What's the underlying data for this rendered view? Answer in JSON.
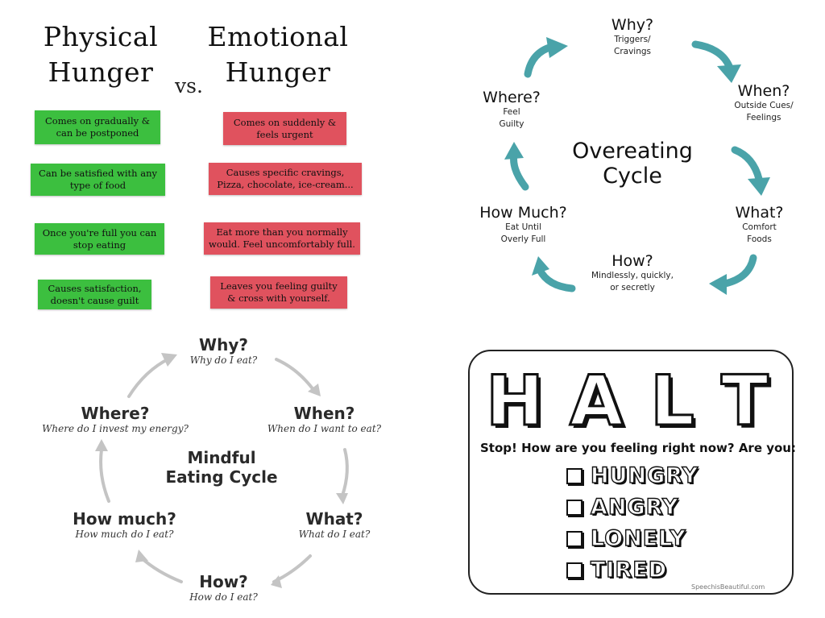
{
  "hunger": {
    "physical_title": [
      "Physical",
      "Hunger"
    ],
    "emotional_title": [
      "Emotional",
      "Hunger"
    ],
    "vs": "vs.",
    "physical_items": [
      [
        "Comes on gradually &",
        "can be postponed"
      ],
      [
        "Can be satisfied with any",
        "type of food"
      ],
      [
        "Once you're full you can",
        "stop eating"
      ],
      [
        "Causes satisfaction,",
        "doesn't cause guilt"
      ]
    ],
    "emotional_items": [
      [
        "Comes on suddenly &",
        "feels urgent"
      ],
      [
        "Causes specific cravings,",
        "Pizza, chocolate, ice-cream..."
      ],
      [
        "Eat more than you normally",
        "would. Feel uncomfortably full."
      ],
      [
        "Leaves you feeling guilty",
        "& cross with yourself."
      ]
    ],
    "colors": {
      "physical": "#3cbf3f",
      "emotional": "#e0525e"
    }
  },
  "overeating": {
    "title": [
      "Overeating",
      "Cycle"
    ],
    "nodes": {
      "why": {
        "q": "Why?",
        "sub": [
          "Triggers/",
          "Cravings"
        ]
      },
      "when": {
        "q": "When?",
        "sub": [
          "Outside Cues/",
          "Feelings"
        ]
      },
      "what": {
        "q": "What?",
        "sub": [
          "Comfort",
          "Foods"
        ]
      },
      "how": {
        "q": "How?",
        "sub": [
          "Mindlessly, quickly,",
          "or secretly"
        ]
      },
      "howmuch": {
        "q": "How Much?",
        "sub": [
          "Eat Until",
          "Overly Full"
        ]
      },
      "where": {
        "q": "Where?",
        "sub": [
          "Feel",
          "Guilty"
        ]
      }
    },
    "arrow_color": "#4aa3a9"
  },
  "mindful": {
    "title": [
      "Mindful",
      "Eating Cycle"
    ],
    "nodes": {
      "why": {
        "q": "Why?",
        "sub": "Why do I eat?"
      },
      "when": {
        "q": "When?",
        "sub": "When do I want to eat?"
      },
      "what": {
        "q": "What?",
        "sub": "What do I eat?"
      },
      "how": {
        "q": "How?",
        "sub": "How do I eat?"
      },
      "howmuch": {
        "q": "How much?",
        "sub": "How much do I eat?"
      },
      "where": {
        "q": "Where?",
        "sub": "Where do I invest my energy?"
      }
    },
    "arrow_color": "#c4c4c4"
  },
  "halt": {
    "letters": [
      "H",
      "A",
      "L",
      "T"
    ],
    "question": "Stop! How are you feeling right now? Are you:",
    "options": [
      "HUNGRY",
      "ANGRY",
      "LONELY",
      "TIRED"
    ],
    "credit": "SpeechisBeautiful.com"
  }
}
